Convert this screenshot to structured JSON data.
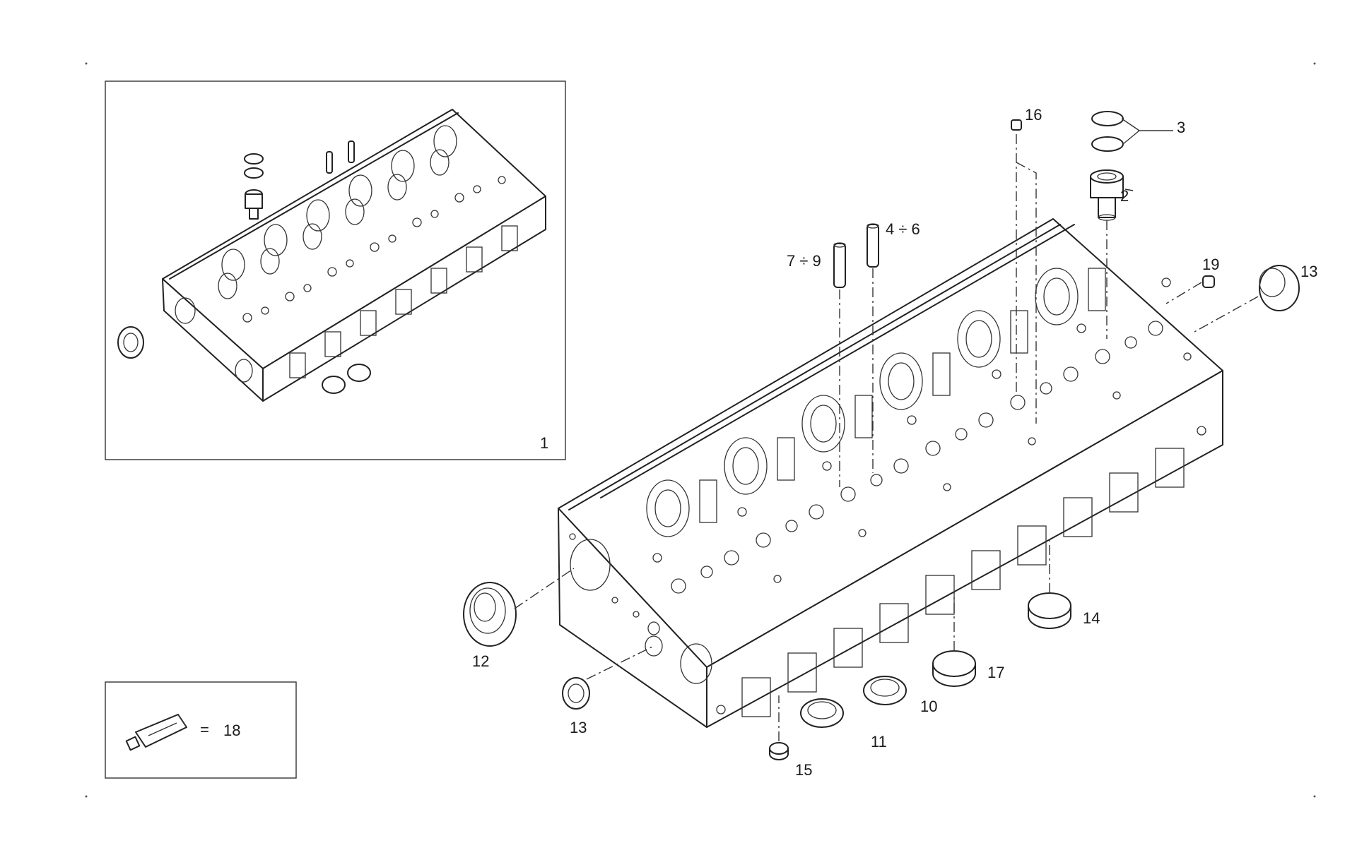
{
  "callouts": {
    "c1": "1",
    "c2": "2",
    "c3": "3",
    "c4_6": "4 ÷ 6",
    "c7_9": "7 ÷ 9",
    "c10": "10",
    "c11": "11",
    "c12": "12",
    "c13_left": "13",
    "c13_right": "13",
    "c14": "14",
    "c15": "15",
    "c16": "16",
    "c17": "17",
    "c19": "19"
  },
  "legend": {
    "equals": "=",
    "ref": "18"
  },
  "icons": {
    "assembly": "cylinder-head-assembly-icon",
    "exploded": "cylinder-head-exploded-icon",
    "tube": "sealant-tube-icon"
  }
}
